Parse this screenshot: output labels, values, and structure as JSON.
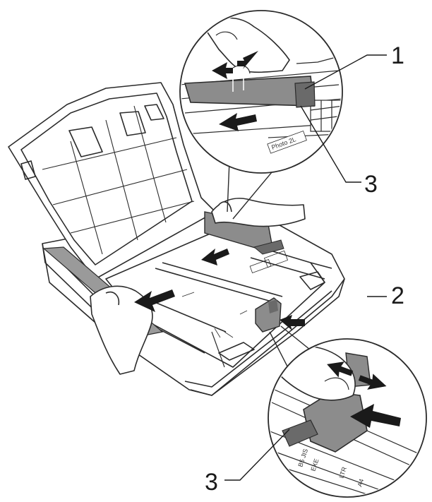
{
  "colors": {
    "outline": "#2b2b2b",
    "guide_gray": "#8c8c8c",
    "guide_dark": "#6a6a6a",
    "arrow": "#1a1a1a",
    "background": "#ffffff"
  },
  "callouts": {
    "one": "1",
    "two": "2",
    "three_top": "3",
    "three_bottom": "3"
  },
  "tray_labels": {
    "photo_2l": "Photo 2L",
    "b5_jis": "B5 JIS",
    "exe": "EXE",
    "ltr": "LTR",
    "a4": "A4"
  }
}
